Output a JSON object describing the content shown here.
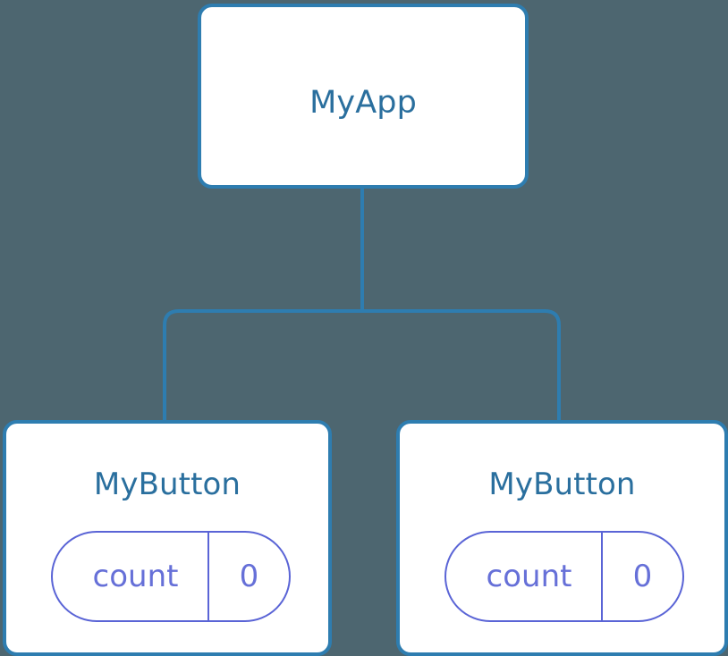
{
  "diagram": {
    "title": "component-tree",
    "background_color": "#4d6670",
    "node_border_color": "#2e7db0",
    "node_fill_color": "#ffffff",
    "node_title_color": "#2a6f9e",
    "edge_color": "#2e7db0",
    "pill_border_color": "#5a64d6",
    "pill_text_color": "#6670d8"
  },
  "root": {
    "label": "MyApp"
  },
  "children": [
    {
      "label": "MyButton",
      "state": {
        "key": "count",
        "value": "0"
      }
    },
    {
      "label": "MyButton",
      "state": {
        "key": "count",
        "value": "0"
      }
    }
  ]
}
